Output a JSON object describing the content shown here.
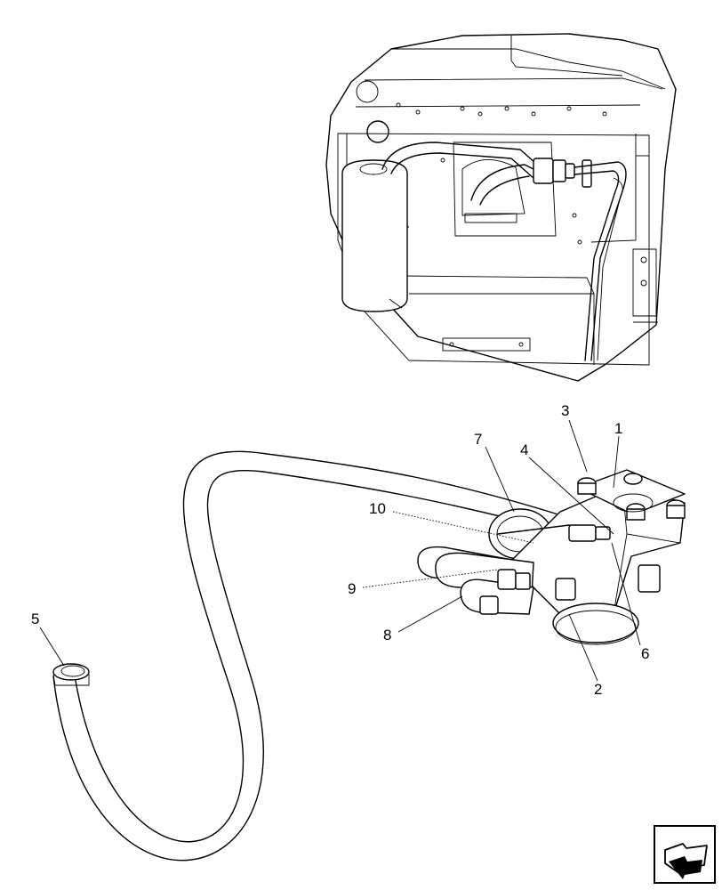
{
  "callouts": {
    "c1": "1",
    "c2": "2",
    "c3": "3",
    "c4": "4",
    "c5": "5",
    "c6": "6",
    "c7": "7",
    "c8": "8",
    "c9": "9",
    "c10": "10"
  },
  "icons": {
    "detail_view": "inset-detail-view",
    "navigation": "previous-page-arrow-icon"
  }
}
